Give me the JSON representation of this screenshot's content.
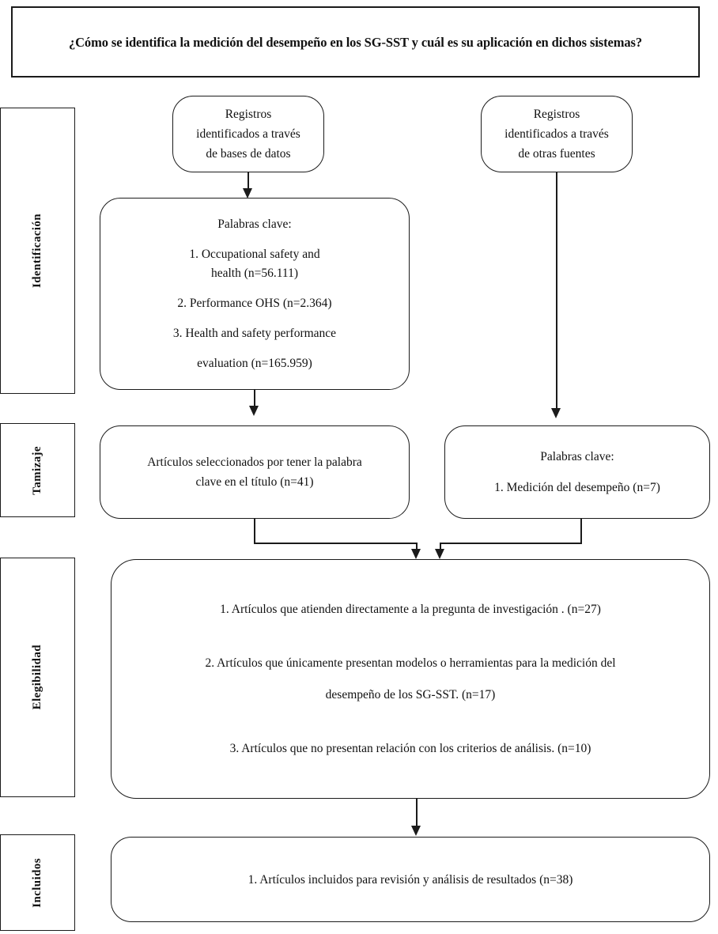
{
  "diagram": {
    "type": "prisma-flow-diagram",
    "language": "es",
    "title": "¿Cómo se identifica la medición del desempeño en los SG-SST y cuál es su aplicación en dichos sistemas?",
    "line_color": "#1b1b1b",
    "background": "#ffffff"
  },
  "stages": [
    {
      "id": "identificacion",
      "label": "Identificación"
    },
    {
      "id": "tamizaje",
      "label": "Tamizaje"
    },
    {
      "id": "elegibilidad",
      "label": "Elegibilidad"
    },
    {
      "id": "incluidos",
      "label": "Incluidos"
    }
  ],
  "boxes": {
    "databases": {
      "line1": "Registros",
      "line2": "identificados a través",
      "line3": "de bases de datos"
    },
    "other_sources": {
      "line1": "Registros",
      "line2": "identificados a través",
      "line3": "de otras fuentes"
    },
    "keywords_db": {
      "heading": "Palabras clave:",
      "item1_line1": "1. Occupational safety and",
      "item1_line2": "health (n=56.111)",
      "item2": "2. Performance OHS (n=2.364)",
      "item3_line1": "3. Health and safety performance",
      "item3_line2": "evaluation (n=165.959)"
    },
    "screened_db": {
      "line1": "Artículos seleccionados por tener la palabra",
      "line2": "clave en el título (n=41)"
    },
    "keywords_other": {
      "heading": "Palabras clave:",
      "item1": "1. Medición del desempeño (n=7)"
    },
    "eligibility": {
      "item1": "1. Artículos que atienden directamente a la pregunta de investigación . (n=27)",
      "item2_line1": "2. Artículos que únicamente presentan modelos o herramientas para la medición del",
      "item2_line2": "desempeño de los SG-SST. (n=17)",
      "item3": "3. Artículos que no presentan relación con los criterios de análisis. (n=10)"
    },
    "included": {
      "item1": "1. Artículos incluidos para revisión y análisis de resultados (n=38)"
    }
  },
  "counts": {
    "occupational_safety_and_health": "56.111",
    "performance_ohs": "2.364",
    "health_and_safety_performance_evaluation": "165.959",
    "selected_by_title_keyword": "41",
    "medicion_del_desempeno": "7",
    "directly_answer_research_question": "27",
    "models_or_tools_only": "17",
    "no_relation_to_criteria": "10",
    "included_for_review": "38"
  }
}
